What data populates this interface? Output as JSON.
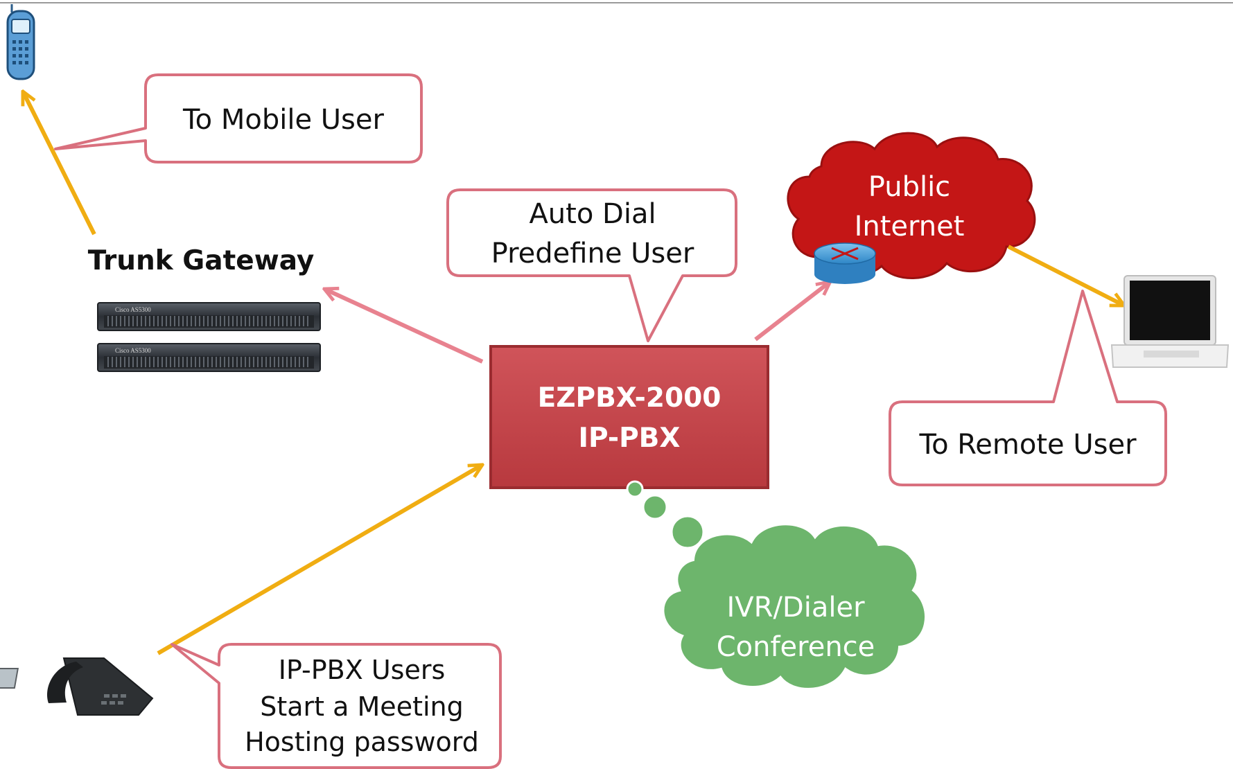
{
  "diagram": {
    "trunk_gateway": {
      "title": "Trunk Gateway",
      "device_label": "Cisco AS5300"
    },
    "callout_mobile": {
      "text": "To Mobile User"
    },
    "callout_autodial": {
      "line1": "Auto Dial",
      "line2": "Predefine User"
    },
    "cloud_internet": {
      "line1": "Public",
      "line2": "Internet"
    },
    "pbx": {
      "line1": "EZPBX-2000",
      "line2": "IP-PBX"
    },
    "callout_remote": {
      "text": "To Remote User"
    },
    "cloud_ivr": {
      "line1": "IVR/Dialer",
      "line2": "Conference"
    },
    "callout_users": {
      "line1": "IP-PBX Users",
      "line2": "Start a Meeting",
      "line3": "Hosting password"
    }
  },
  "colors": {
    "arrow_orange": "#f0ad12",
    "arrow_pink": "#e8828f",
    "callout_border": "#d9707e",
    "pbx_fill": "#c9464a",
    "internet_cloud": "#c41616",
    "ivr_cloud": "#6db56c"
  },
  "icons": [
    "mobile-phone-icon",
    "rack-server-icon",
    "router-icon",
    "laptop-icon",
    "desk-phone-icon"
  ]
}
